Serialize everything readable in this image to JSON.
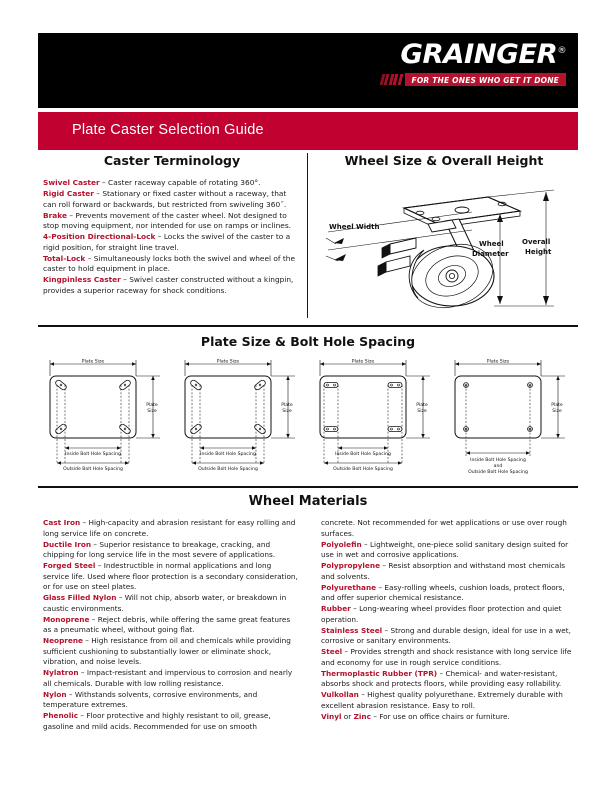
{
  "brand": {
    "logo_text": "GRAINGER",
    "registered_mark": "®",
    "tagline": "FOR THE ONES WHO GET IT DONE",
    "accent_red": "#c10230",
    "logo_red": "#b4122e",
    "bar_black": "#000000"
  },
  "header": {
    "title": "Plate Caster Selection Guide"
  },
  "terminology": {
    "title": "Caster Terminology",
    "entries": [
      {
        "term": "Swivel Caster",
        "dash": " – ",
        "definition": "Caster raceway capable of rotating 360°."
      },
      {
        "term": "Rigid Caster",
        "dash": " – ",
        "definition": "Stationary or fixed caster without a raceway, that can roll forward or backwards, but restricted from swiveling 360˝."
      },
      {
        "term": "Brake",
        "dash": " – ",
        "definition": "Prevents movement of the caster wheel. Not designed to stop moving equipment, nor intended for use on ramps or inclines."
      },
      {
        "term": "4-Position Directional-Lock",
        "dash": " – ",
        "definition": "Locks the swivel of the caster to a rigid position, for straight line travel."
      },
      {
        "term": "Total-Lock",
        "dash": " – ",
        "definition": "Simultaneously locks both the swivel and wheel of the caster to hold equipment in place."
      },
      {
        "term": "Kingpinless Caster",
        "dash": " – ",
        "definition": "Swivel caster constructed without a kingpin, provides a superior raceway for shock conditions."
      }
    ]
  },
  "wheel_size": {
    "title": "Wheel Size & Overall Height",
    "labels": {
      "wheel_width": "Wheel Width",
      "wheel_diameter": "Wheel\nDiameter",
      "wheel_diameter_line1": "Wheel",
      "wheel_diameter_line2": "Diameter",
      "overall_height_line1": "Overall",
      "overall_height_line2": "Height"
    }
  },
  "plate_section": {
    "title": "Plate Size & Bolt Hole Spacing",
    "diagrams": [
      {
        "hole_style": "slot-diagonal",
        "labels": {
          "top": "Plate Size",
          "side_line1": "Plate",
          "side_line2": "Size",
          "inside": "Inside Bolt Hole Spacing",
          "outside": "Outside Bolt Hole Spacing",
          "combined_line1": "",
          "combined_line2": "",
          "combined_line3": ""
        }
      },
      {
        "hole_style": "slot-diagonal",
        "labels": {
          "top": "Plate Size",
          "side_line1": "Plate",
          "side_line2": "Size",
          "inside": "Inside Bolt Hole Spacing",
          "outside": "Outside Bolt Hole Spacing",
          "combined_line1": "",
          "combined_line2": "",
          "combined_line3": ""
        }
      },
      {
        "hole_style": "slot-horizontal",
        "labels": {
          "top": "Plate Size",
          "side_line1": "Plate",
          "side_line2": "Size",
          "inside": "Inside Bolt Hole Spacing",
          "outside": "Outside Bolt Hole Spacing",
          "combined_line1": "",
          "combined_line2": "",
          "combined_line3": ""
        }
      },
      {
        "hole_style": "round",
        "labels": {
          "top": "Plate Size",
          "side_line1": "Plate",
          "side_line2": "Size",
          "inside": "",
          "outside": "",
          "combined_line1": "Inside Bolt Hole Spacing",
          "combined_line2": "and",
          "combined_line3": "Outside Bolt Hole Spacing"
        }
      }
    ]
  },
  "materials": {
    "title": "Wheel Materials",
    "left": [
      {
        "term": "Cast Iron",
        "dash": " – ",
        "definition": "High-capacity and abrasion resistant for easy rolling and long service life on concrete."
      },
      {
        "term": "Ductile Iron",
        "dash": " – ",
        "definition": "Superior resistance to breakage, cracking, and chipping for long service life in the most severe of applications."
      },
      {
        "term": "Forged Steel",
        "dash": " – ",
        "definition": "Indestructible in normal applications and long service life. Used where floor protection is a secondary consideration, or for use on steel plates."
      },
      {
        "term": "Glass Filled Nylon",
        "dash": " – ",
        "definition": "Will not chip, absorb water, or breakdown in caustic environments."
      },
      {
        "term": "Monoprene",
        "dash": " – ",
        "definition": "Reject debris, while offering the same great features as a pneumatic wheel, without going flat."
      },
      {
        "term": "Neoprene",
        "dash": " – ",
        "definition": "High resistance from oil and chemicals while providing sufficient cushioning to substantially lower or eliminate shock, vibration, and noise levels."
      },
      {
        "term": "Nylatron",
        "dash": " – ",
        "definition": "Impact-resistant and impervious to corrosion and nearly all chemicals.  Durable with low rolling resistance."
      },
      {
        "term": "Nylon",
        "dash": " – ",
        "definition": "Withstands solvents, corrosive environments, and temperature extremes."
      },
      {
        "term": "Phenolic",
        "dash": " – ",
        "definition": "Floor protective and highly resistant to oil, grease, gasoline and mild acids. Recommended for use on smooth"
      }
    ],
    "right_continuation": "concrete. Not recommended for wet applications or use over rough surfaces.",
    "right": [
      {
        "term": "Polyolefin",
        "dash": " – ",
        "definition": "Lightweight, one-piece solid sanitary design suited for use in wet and corrosive applications."
      },
      {
        "term": "Polypropylene",
        "dash": " – ",
        "definition": "Resist absorption and withstand most chemicals and solvents."
      },
      {
        "term": "Polyurethane",
        "dash": " – ",
        "definition": "Easy-rolling wheels, cushion loads, protect floors, and offer superior chemical resistance."
      },
      {
        "term": "Rubber",
        "dash": " – ",
        "definition": "Long-wearing wheel provides floor protection and quiet operation."
      },
      {
        "term": "Stainless Steel",
        "dash": " – ",
        "definition": "Strong and durable design, ideal for use in a wet, corrosive or sanitary environments."
      },
      {
        "term": "Steel",
        "dash": " – ",
        "definition": "Provides strength and shock resistance with long service life and economy for use in rough service conditions."
      },
      {
        "term": "Thermoplastic Rubber (TPR)",
        "dash": " – ",
        "definition": "Chemical- and water-resistant, absorbs shock and protects floors, while providing easy rollability."
      },
      {
        "term": "Vulkollan",
        "dash": " – ",
        "definition": "Highest quality polyurethane. Extremely durable with excellent abrasion resistance. Easy to roll."
      },
      {
        "term": "Vinyl",
        "dash": " or ",
        "term2": "Zinc",
        "dash2": " – ",
        "definition": "For use on office chairs or furniture."
      }
    ]
  }
}
